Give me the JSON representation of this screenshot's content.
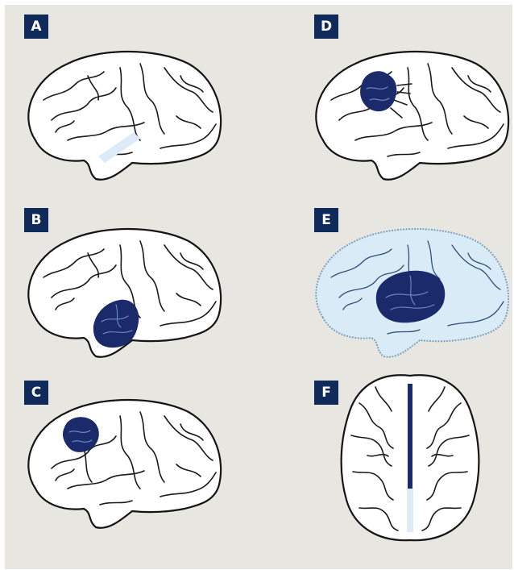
{
  "panels": {
    "a": {
      "label": "A"
    },
    "b": {
      "label": "B"
    },
    "c": {
      "label": "C"
    },
    "d": {
      "label": "D"
    },
    "e": {
      "label": "E"
    },
    "f": {
      "label": "F"
    }
  },
  "colors": {
    "background": "#e7e6e1",
    "label_bg": "#102a5c",
    "lesion_dark": "#1b2a6b",
    "lesion_light": "#dcebf7"
  }
}
